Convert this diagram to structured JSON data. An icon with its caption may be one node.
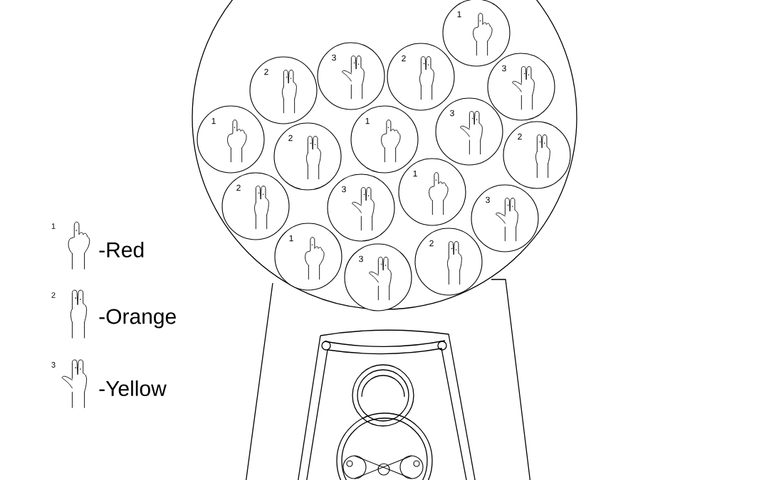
{
  "diagram": {
    "nodes": [
      {
        "text": [
          "1"
        ]
      },
      {
        "text": [
          "2"
        ]
      },
      {
        "text": [
          "3"
        ]
      },
      {
        "text": [
          "2"
        ]
      },
      {
        "text": [
          "3"
        ]
      },
      {
        "text": [
          "1"
        ]
      },
      {
        "text": [
          "3"
        ]
      },
      {
        "text": [
          "1"
        ]
      },
      {
        "text": [
          "2"
        ]
      },
      {
        "text": [
          "2"
        ]
      },
      {
        "text": [
          "1"
        ]
      },
      {
        "text": [
          "2"
        ]
      },
      {
        "text": [
          "3"
        ]
      },
      {
        "text": [
          "3"
        ]
      },
      {
        "text": [
          "1"
        ]
      },
      {
        "text": [
          "2"
        ]
      },
      {
        "text": [
          "3"
        ]
      }
    ],
    "labels": [
      "1",
      "2",
      "3"
    ],
    "legend": [
      {
        "text": "-Red"
      },
      {
        "text": "-Orange"
      },
      {
        "text": "-Yellow"
      }
    ]
  }
}
